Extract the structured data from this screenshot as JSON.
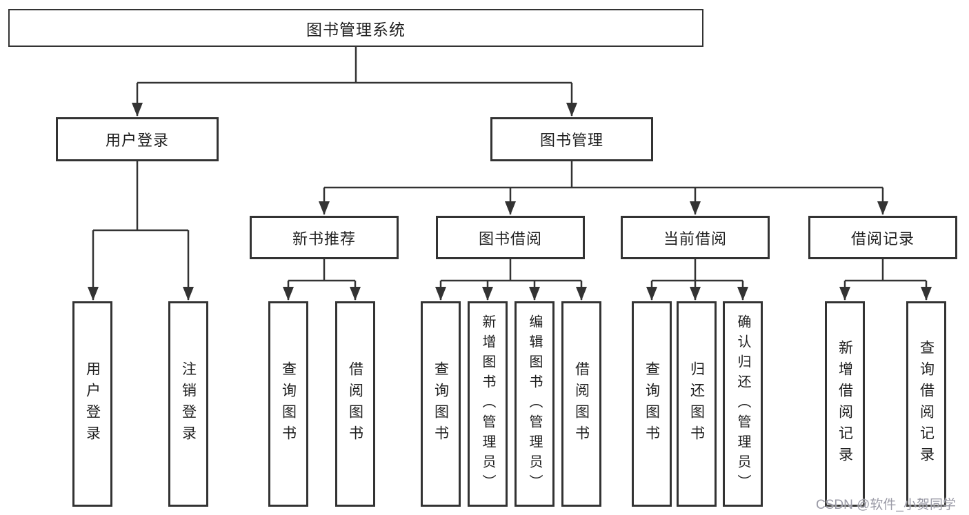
{
  "diagram": {
    "title": "图书管理系统",
    "colors": {
      "line": "#333333",
      "text": "#1f1f1f",
      "watermark": "#9a9aa6",
      "background": "#ffffff"
    },
    "root": {
      "label": "图书管理系统"
    },
    "level2": [
      {
        "label": "用户登录"
      },
      {
        "label": "图书管理"
      }
    ],
    "level3": [
      {
        "label": "新书推荐"
      },
      {
        "label": "图书借阅"
      },
      {
        "label": "当前借阅"
      },
      {
        "label": "借阅记录"
      }
    ],
    "leaves": [
      {
        "label": "用户登录",
        "parent": "用户登录"
      },
      {
        "label": "注销登录",
        "parent": "用户登录"
      },
      {
        "label": "查询图书",
        "parent": "新书推荐"
      },
      {
        "label": "借阅图书",
        "parent": "新书推荐"
      },
      {
        "label": "查询图书",
        "parent": "图书借阅"
      },
      {
        "label": "新增图书（管理员）",
        "parent": "图书借阅"
      },
      {
        "label": "编辑图书（管理员）",
        "parent": "图书借阅"
      },
      {
        "label": "借阅图书",
        "parent": "图书借阅"
      },
      {
        "label": "查询图书",
        "parent": "当前借阅"
      },
      {
        "label": "归还图书",
        "parent": "当前借阅"
      },
      {
        "label": "确认归还（管理员）",
        "parent": "当前借阅"
      },
      {
        "label": "新增借阅记录",
        "parent": "借阅记录"
      },
      {
        "label": "查询借阅记录",
        "parent": "借阅记录"
      }
    ],
    "watermark": "CSDN @软件_小贺同学"
  }
}
